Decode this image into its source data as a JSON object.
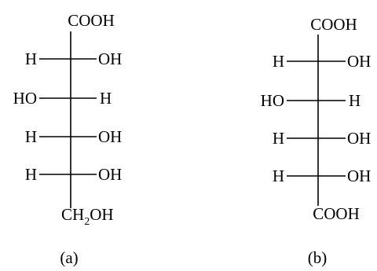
{
  "colors": {
    "blue": "#0000ff",
    "red": "#ff0000",
    "black": "#000000"
  },
  "structures": [
    {
      "caption": "(a)",
      "top_group": "COOH",
      "top_color": "blue",
      "rows": [
        {
          "left": "H",
          "right": "OH"
        },
        {
          "left": "HO",
          "right": "H"
        },
        {
          "left": "H",
          "right": "OH"
        },
        {
          "left": "H",
          "right": "OH"
        }
      ],
      "bottom_group": {
        "prefix": "CH",
        "subscript": "2",
        "suffix": "OH"
      },
      "bottom_color": "black"
    },
    {
      "caption": "(b)",
      "top_group": "COOH",
      "top_color": "blue",
      "rows": [
        {
          "left": "H",
          "right": "OH"
        },
        {
          "left": "HO",
          "right": "H"
        },
        {
          "left": "H",
          "right": "OH"
        },
        {
          "left": "H",
          "right": "OH"
        }
      ],
      "bottom_group": {
        "prefix": "COOH",
        "subscript": "",
        "suffix": ""
      },
      "bottom_color": "red"
    }
  ]
}
